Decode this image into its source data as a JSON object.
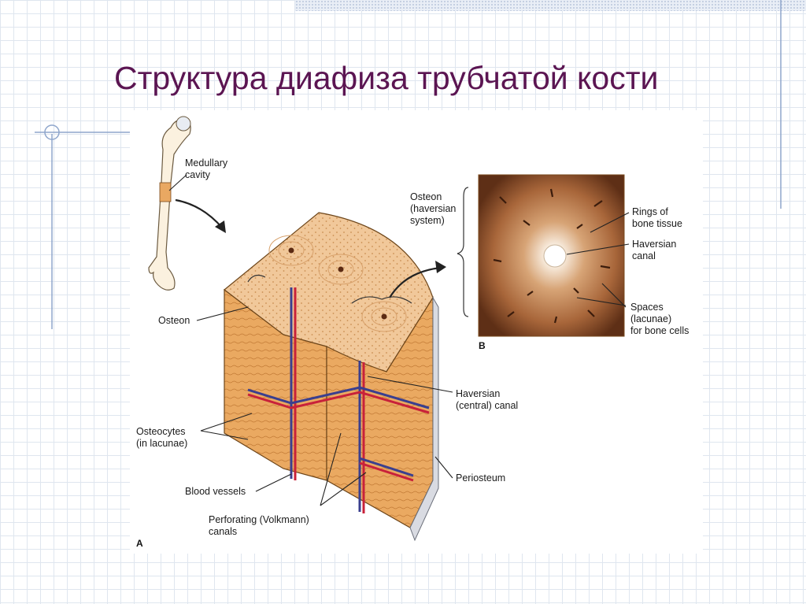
{
  "slide": {
    "title": "Структура диафиза трубчатой кости"
  },
  "figure": {
    "labels": {
      "medullary_cavity": "Medullary\ncavity",
      "osteon_haversian_system": "Osteon\n(haversian\nsystem)",
      "rings_of_bone_tissue": "Rings of\nbone tissue",
      "haversian_canal": "Haversian\ncanal",
      "spaces_lacunae": "Spaces\n(lacunae)\nfor bone cells",
      "osteon": "Osteon",
      "haversian_central_canal": "Haversian\n(central) canal",
      "osteocytes": "Osteocytes\n(in lacunae)",
      "periosteum": "Periosteum",
      "blood_vessels": "Blood vessels",
      "perforating_canals": "Perforating (Volkmann)\ncanals"
    },
    "panel_a": "A",
    "panel_b": "B"
  },
  "colors": {
    "title": "#5b1552",
    "bone": "#e9a862",
    "bone_dark": "#b8732e",
    "bone_top": "#f1c89a",
    "artery": "#c8213a",
    "vein": "#3a3f8f",
    "grid": "#dfe6ef"
  }
}
